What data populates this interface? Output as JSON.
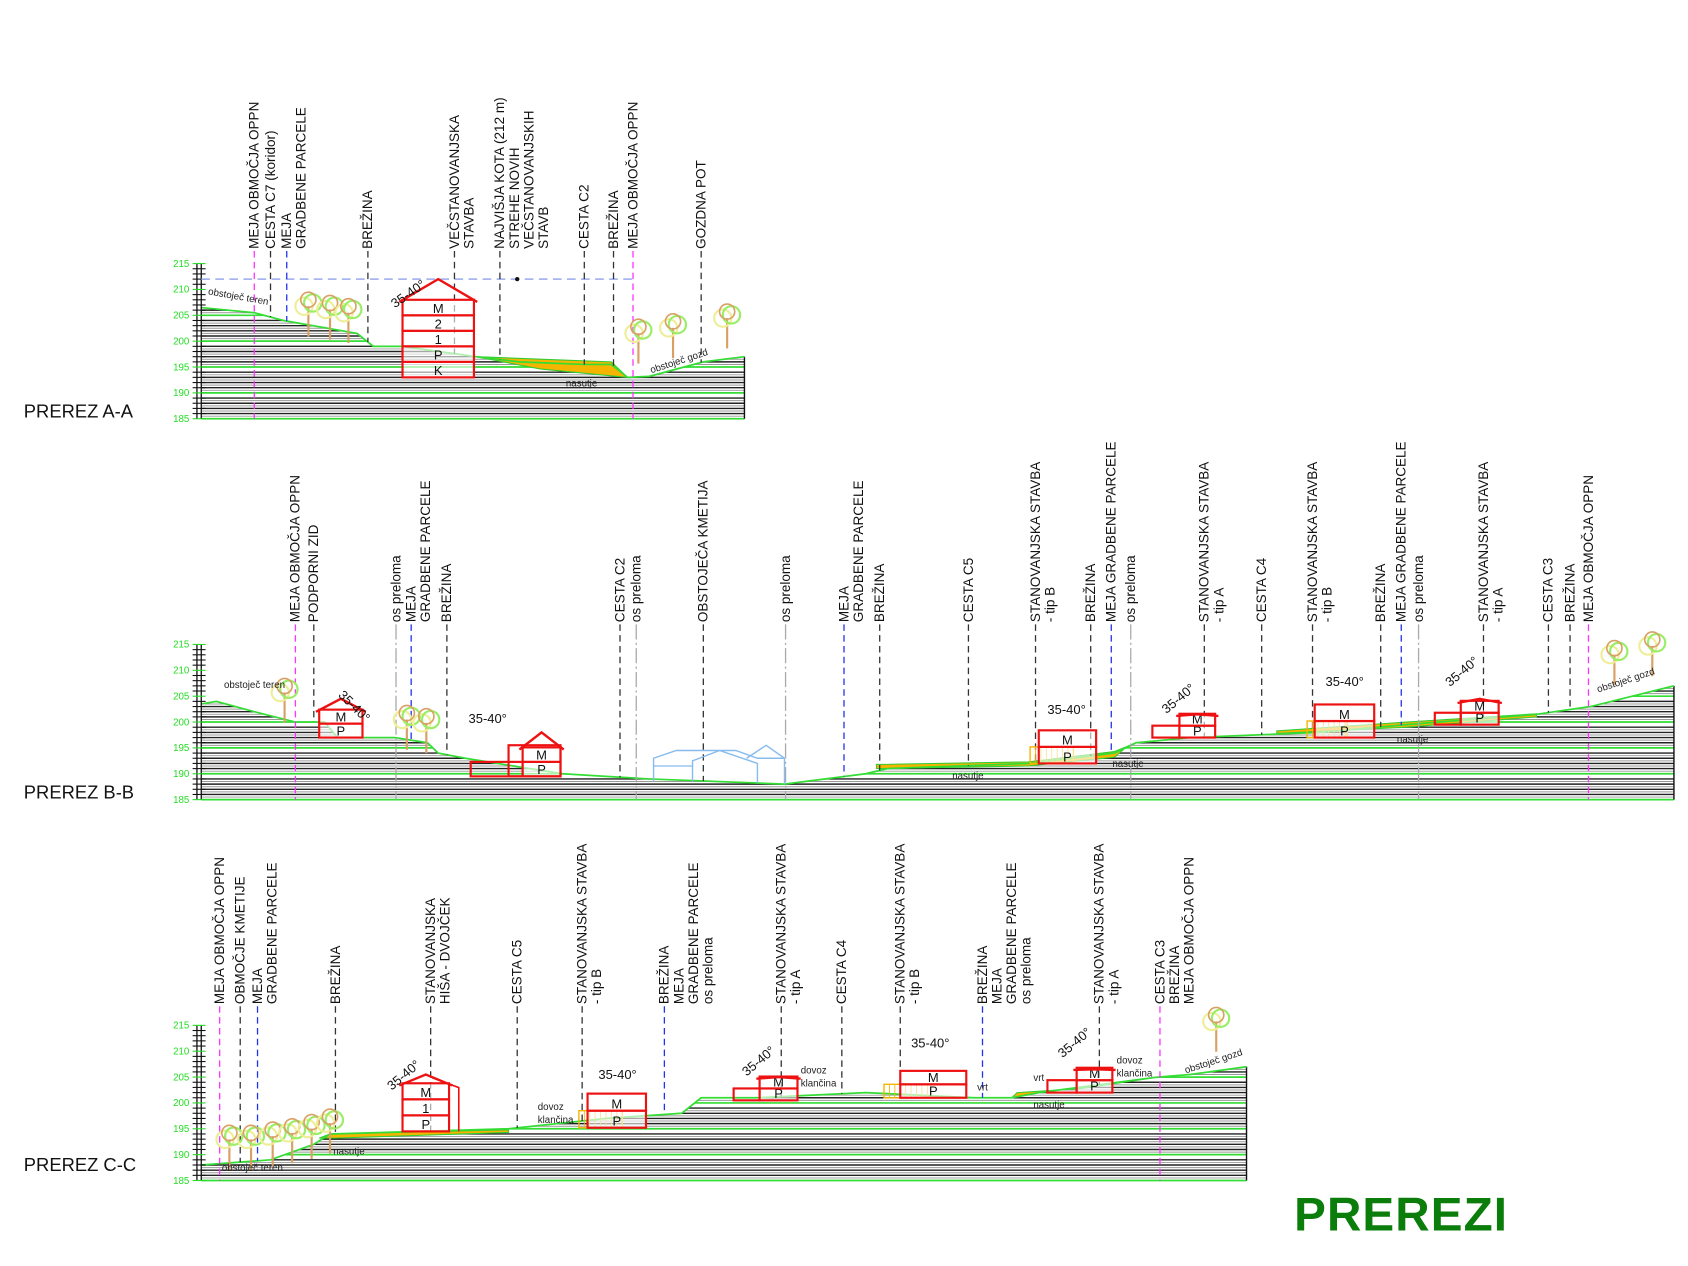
{
  "title": "PREREZI",
  "colors": {
    "terrain": "#33dd33",
    "hatch": "#111111",
    "building": "#ee1111",
    "fill": "#f5b400",
    "oppn": "#ff33ff",
    "parcel": "#2233ee",
    "axis": "#22dd22",
    "existing": "#88bbee",
    "title": "#0a7d0a"
  },
  "axis_ticks": [
    "185",
    "190",
    "195",
    "200",
    "205",
    "210",
    "215"
  ],
  "sections": [
    {
      "name": "PREREZ A-A",
      "labels": [
        [
          "MEJA OBMOČJA OPPN"
        ],
        [
          "CESTA C7 (koridor)"
        ],
        [
          "MEJA",
          "GRADBENE PARCELE"
        ],
        [
          "BREŽINA"
        ],
        [
          "VEČSTANOVANJSKA",
          "STAVBA"
        ],
        [
          "NAJVIŠJA KOTA (212 m)",
          "STREHE NOVIH",
          "VEČSTANOVANJSKIH",
          "STAVB"
        ],
        [
          "CESTA C2"
        ],
        [
          "BREŽINA"
        ],
        [
          "MEJA OBMOČJA OPPN"
        ],
        [
          "GOZDNA POT"
        ]
      ],
      "notes": [
        "obstoječ teren",
        "nasutje",
        "obstoječ gozd"
      ],
      "buildings": [
        {
          "roof": "35-40°",
          "floors": [
            "K",
            "P",
            "1",
            "2",
            "M"
          ]
        }
      ]
    },
    {
      "name": "PREREZ B-B",
      "labels": [
        [
          "MEJA OBMOČJA OPPN"
        ],
        [
          "PODPORNI ZID"
        ],
        [
          "os preloma"
        ],
        [
          "MEJA",
          "GRADBENE PARCELE"
        ],
        [
          "BREŽINA"
        ],
        [
          "CESTA C2"
        ],
        [
          "os preloma"
        ],
        [
          "OBSTOJEČA KMETIJA"
        ],
        [
          "os preloma"
        ],
        [
          "MEJA",
          "GRADBENE PARCELE"
        ],
        [
          "BREŽINA"
        ],
        [
          "CESTA C5"
        ],
        [
          "STANOVANJSKA STAVBA",
          "- tip B"
        ],
        [
          "BREŽINA"
        ],
        [
          "MEJA GRADBENE PARCELE"
        ],
        [
          "os preloma"
        ],
        [
          "STANOVANJSKA STAVBA",
          "- tip A"
        ],
        [
          "CESTA C4"
        ],
        [
          "STANOVANJSKA STAVBA",
          "- tip B"
        ],
        [
          "BREŽINA"
        ],
        [
          "MEJA GRADBENE PARCELE"
        ],
        [
          "os preloma"
        ],
        [
          "STANOVANJSKA STAVBA",
          "- tip A"
        ],
        [
          "CESTA C3"
        ],
        [
          "BREŽINA"
        ],
        [
          "MEJA OBMOČJA OPPN"
        ]
      ],
      "notes": [
        "obstoječ teren",
        "nasutje",
        "nasutje",
        "nasutje",
        "obstoječ gozd"
      ],
      "buildings": [
        {
          "roof": "35-40°",
          "floors": [
            "P",
            "M"
          ]
        },
        {
          "roof": "35-40°",
          "floors": [
            "P",
            "M"
          ]
        },
        {
          "roof": "35-40°",
          "floors": [
            "P",
            "M"
          ]
        },
        {
          "roof": "35-40°",
          "floors": [
            "P",
            "M"
          ]
        },
        {
          "roof": "35-40°",
          "floors": [
            "P",
            "M"
          ]
        },
        {
          "roof": "35-40°",
          "floors": [
            "P",
            "M"
          ]
        }
      ]
    },
    {
      "name": "PREREZ C-C",
      "labels": [
        [
          "MEJA OBMOČJA OPPN"
        ],
        [
          "OBMOČJE KMETIJE"
        ],
        [
          "MEJA",
          "GRADBENE PARCELE"
        ],
        [
          "BREŽINA"
        ],
        [
          "STANOVANJSKA",
          "HIŠA - DVOJČEK"
        ],
        [
          "CESTA C5"
        ],
        [
          "STANOVANJSKA STAVBA",
          "- tip B"
        ],
        [
          "BREŽINA",
          "MEJA",
          "GRADBENE PARCELE",
          "os preloma"
        ],
        [
          "STANOVANJSKA STAVBA",
          "- tip A"
        ],
        [
          "CESTA C4"
        ],
        [
          "STANOVANJSKA STAVBA",
          "- tip B"
        ],
        [
          "BREŽINA",
          "MEJA",
          "GRADBENE PARCELE",
          "os preloma"
        ],
        [
          "STANOVANJSKA STAVBA",
          "- tip A"
        ],
        [
          "CESTA C3",
          "BREŽINA",
          "MEJA OBMOČJA OPPN"
        ]
      ],
      "notes": [
        "obstoječ teren",
        "nasutje",
        "dovoz",
        "klančina",
        "dovoz",
        "klančina",
        "vrt",
        "vrt",
        "nasutje",
        "dovoz",
        "klančina",
        "obstoječ gozd"
      ],
      "buildings": [
        {
          "roof": "35-40°",
          "floors": [
            "P",
            "1",
            "M"
          ]
        },
        {
          "roof": "35-40°",
          "floors": [
            "P",
            "M"
          ]
        },
        {
          "roof": "35-40°",
          "floors": [
            "P",
            "M"
          ]
        },
        {
          "roof": "35-40°",
          "floors": [
            "P",
            "M"
          ]
        },
        {
          "roof": "35-40°",
          "floors": [
            "P",
            "M"
          ]
        }
      ]
    }
  ]
}
